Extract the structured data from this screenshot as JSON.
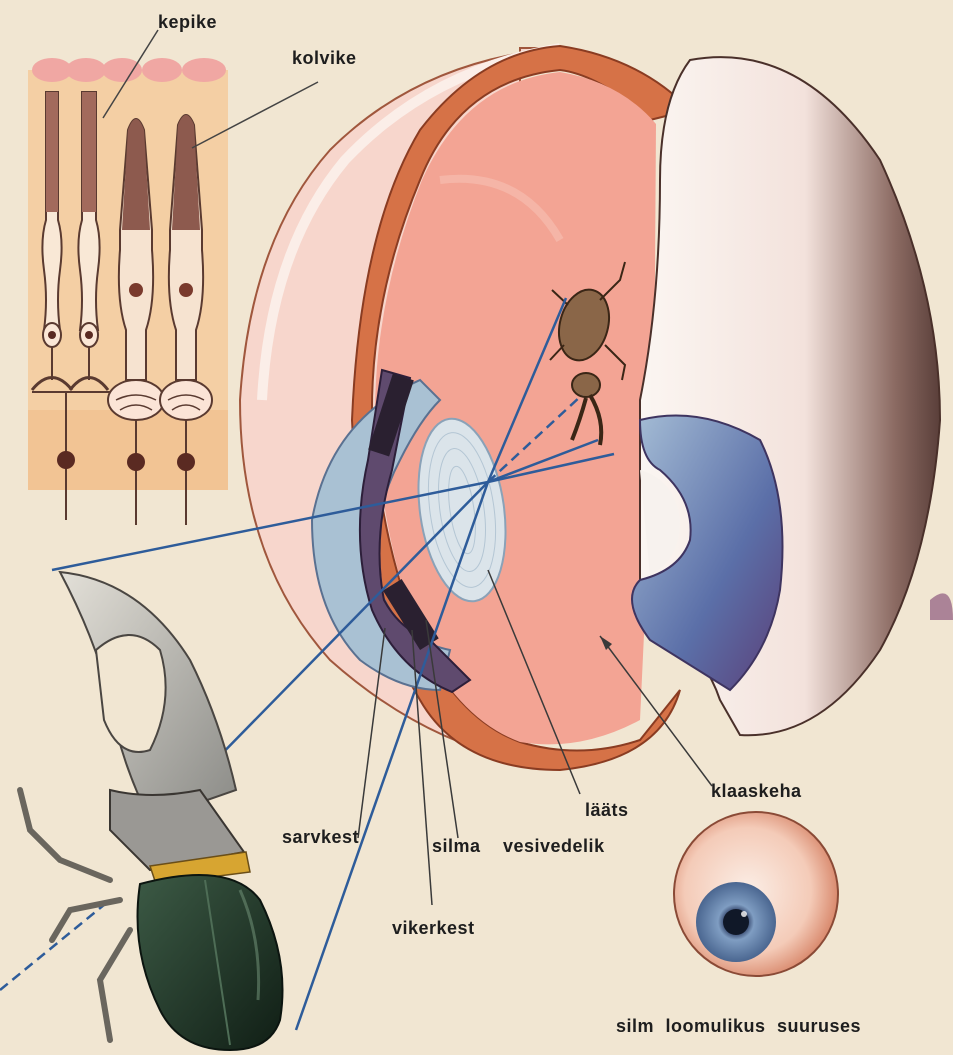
{
  "labels": {
    "kepike": "kepike",
    "kolvike": "kolvike",
    "sarvkest": "sarvkest",
    "silma": "silma",
    "vesivedelik": "vesivedelik",
    "vikerkest": "vikerkest",
    "laats": "lääts",
    "klaaskeha": "klaaskeha",
    "silm_loomulikus_suuruses": "silm loomulikus suuruses"
  },
  "colors": {
    "paper": "#f1e6d2",
    "sclera_orange": "#d9724a",
    "retina_pink": "#f2a596",
    "iris_blue": "#4d5f9a",
    "cornea_blue": "#a9bfd0",
    "ray_blue": "#2e5c9a",
    "beetle_green": "#243a2c"
  },
  "icons": {
    "retina_cells": "photoreceptor-cells-icon",
    "eye_cross_section": "eye-cross-section-icon",
    "beetle_large": "rhinoceros-beetle-icon",
    "beetle_small": "inverted-beetle-image-icon",
    "small_eye": "eyeball-icon"
  }
}
